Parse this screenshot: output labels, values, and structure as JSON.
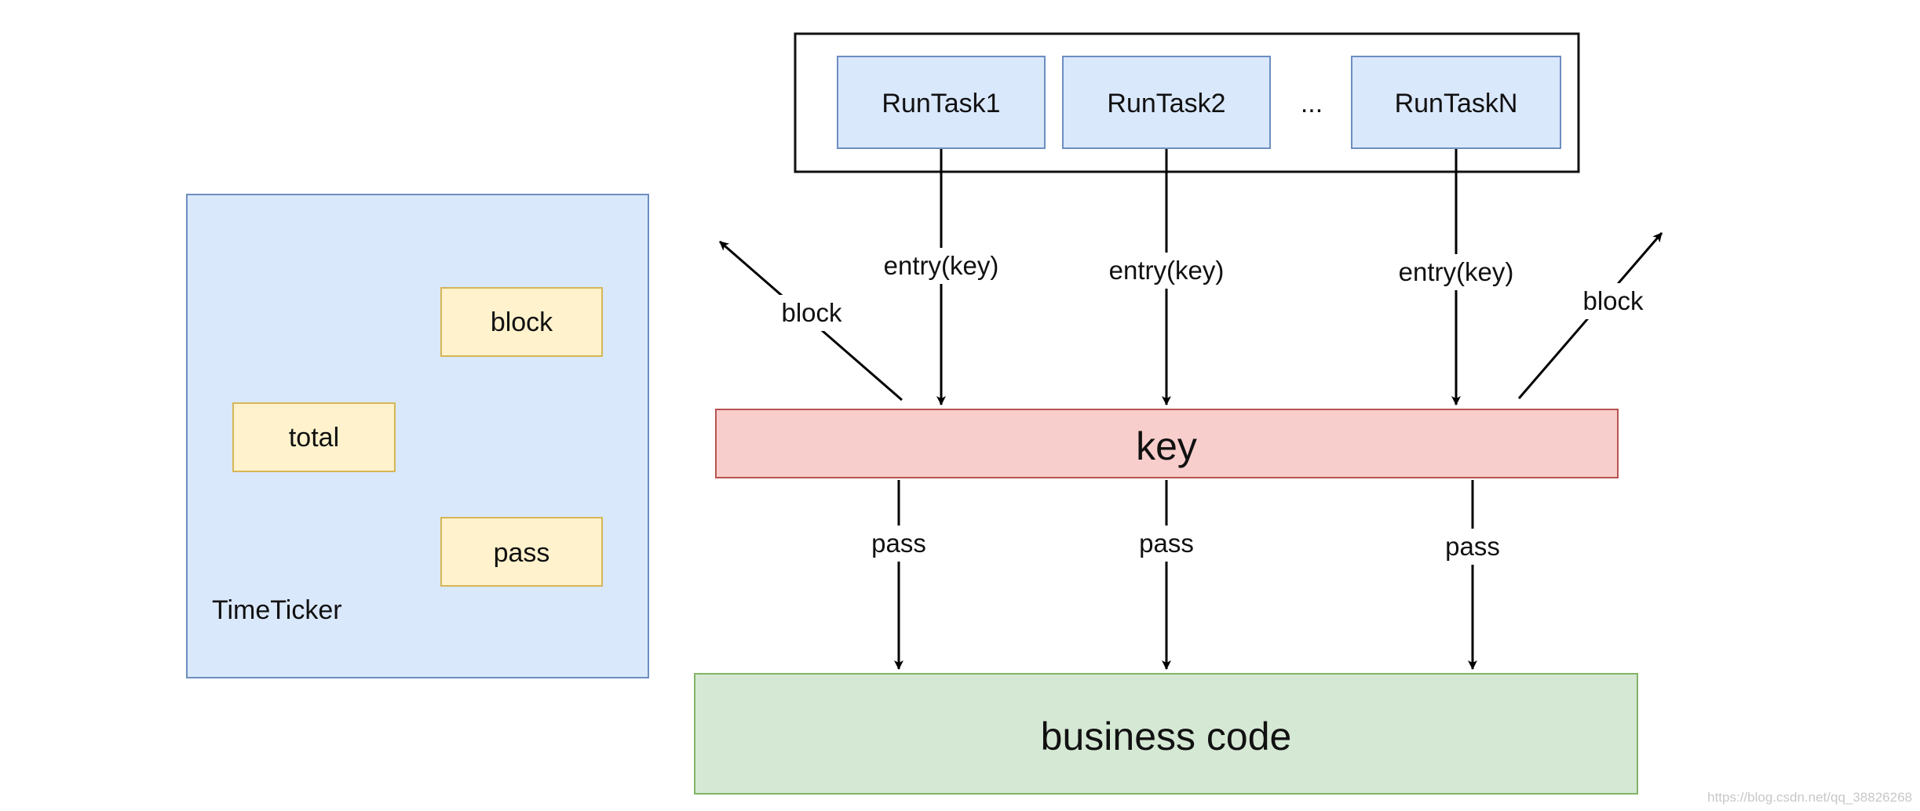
{
  "timeticker": {
    "label": "TimeTicker",
    "block": "block",
    "total": "total",
    "pass": "pass"
  },
  "tasks": {
    "items": [
      "RunTask1",
      "RunTask2",
      "RunTaskN"
    ],
    "ellipsis": "..."
  },
  "edges": {
    "entry": [
      "entry(key)",
      "entry(key)",
      "entry(key)"
    ],
    "block_left": "block",
    "block_right": "block",
    "pass": [
      "pass",
      "pass",
      "pass"
    ]
  },
  "key_bar": {
    "label": "key"
  },
  "business": {
    "label": "business code"
  },
  "watermark": "https://blog.csdn.net/qq_38826268",
  "colors": {
    "timeticker_fill": "#dae8fc",
    "timeticker_stroke": "#6c8ebf",
    "task_fill": "#dae8fc",
    "task_stroke": "#6c8ebf",
    "counter_fill": "#fff2cc",
    "counter_stroke": "#d6b656",
    "key_fill": "#f8cecc",
    "key_stroke": "#b85450",
    "business_fill": "#d5e8d4",
    "business_stroke": "#82b366",
    "line": "#000000"
  }
}
